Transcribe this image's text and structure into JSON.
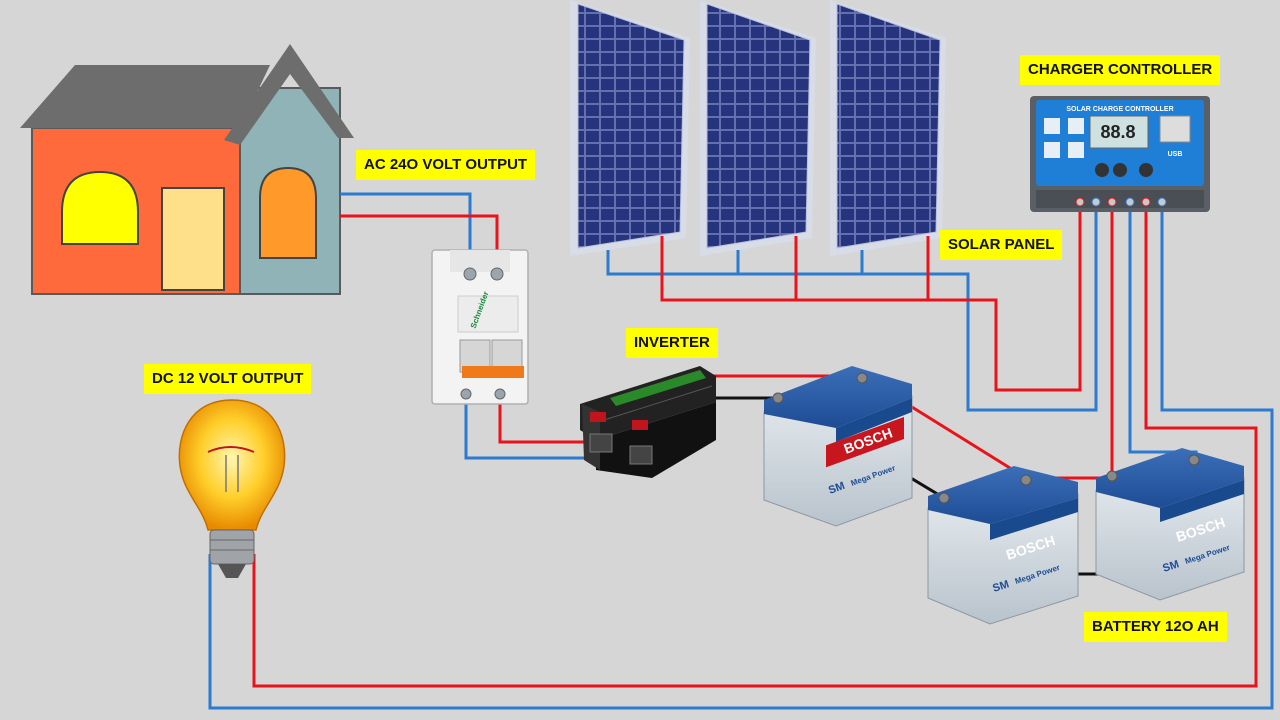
{
  "labels": {
    "ac_output": "AC 24O VOLT OUTPUT",
    "dc_output": "DC 12 VOLT OUTPUT",
    "solar_panel": "SOLAR PANEL",
    "charger_controller": "CHARGER CONTROLLER",
    "inverter": "INVERTER",
    "battery": "BATTERY  12O AH"
  },
  "controller": {
    "title": "SOLAR CHARGE CONTROLLER",
    "display": "88.8",
    "usb": "USB"
  },
  "breaker": {
    "brand": "Schneider"
  },
  "battery_unit": {
    "brand": "BOSCH",
    "model": "SM",
    "series": "Mega Power"
  },
  "colors": {
    "background": "#d6d6d6",
    "positive_wire": "#e8141c",
    "negative_wire": "#2b7bd0",
    "label_bg": "#ffff00",
    "panel_cell": "#2a3a8c",
    "house_wall": "#ff6a3d",
    "house_side": "#8fb3b6",
    "roof": "#6d6d6d"
  }
}
